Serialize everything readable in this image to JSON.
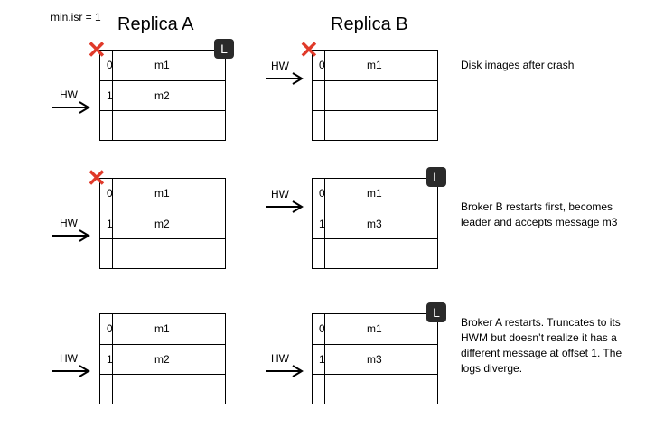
{
  "min_isr": "min.isr = 1",
  "replica_a_title": "Replica A",
  "replica_b_title": "Replica B",
  "hw_label": "HW",
  "leader_badge": "L",
  "rows": [
    {
      "a": [
        {
          "offset": "0",
          "msg": "m1"
        },
        {
          "offset": "1",
          "msg": "m2"
        },
        {
          "offset": "",
          "msg": ""
        }
      ],
      "b": [
        {
          "offset": "0",
          "msg": "m1"
        },
        {
          "offset": "",
          "msg": ""
        },
        {
          "offset": "",
          "msg": ""
        }
      ],
      "description": "Disk images after crash"
    },
    {
      "a": [
        {
          "offset": "0",
          "msg": "m1"
        },
        {
          "offset": "1",
          "msg": "m2"
        },
        {
          "offset": "",
          "msg": ""
        }
      ],
      "b": [
        {
          "offset": "0",
          "msg": "m1"
        },
        {
          "offset": "1",
          "msg": "m3"
        },
        {
          "offset": "",
          "msg": ""
        }
      ],
      "description": "Broker B restarts first, becomes leader and accepts message m3"
    },
    {
      "a": [
        {
          "offset": "0",
          "msg": "m1"
        },
        {
          "offset": "1",
          "msg": "m2"
        },
        {
          "offset": "",
          "msg": ""
        }
      ],
      "b": [
        {
          "offset": "0",
          "msg": "m1"
        },
        {
          "offset": "1",
          "msg": "m3"
        },
        {
          "offset": "",
          "msg": ""
        }
      ],
      "description": "Broker A restarts. Truncates to its HWM but doesn’t realize it has a different message at offset 1. The logs diverge."
    }
  ],
  "colors": {
    "crash_mark": "#e03a2a",
    "leader_badge_bg": "#2a2a2a"
  },
  "icons": {
    "crash": "red-x-icon",
    "leader": "leader-badge-icon",
    "arrow": "right-arrow-icon"
  }
}
